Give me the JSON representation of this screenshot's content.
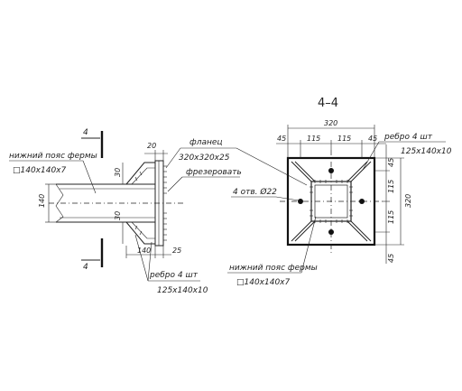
{
  "section_title": "4–4",
  "left_view": {
    "cut_label_top": "4",
    "cut_label_bottom": "4",
    "chord_label": "нижний пояс фермы",
    "chord_profile": "□140х140х7",
    "flange_label": "фланец",
    "flange_size": "320х320х25",
    "mill_label": "фрезеровать",
    "rib_label": "ребро 4 шт",
    "rib_size": "125х140х10",
    "dims": {
      "d20": "20",
      "d30_top": "30",
      "d30_bottom": "30",
      "d140_vert": "140",
      "d140_horiz": "140",
      "d25": "25"
    }
  },
  "right_view": {
    "width_total": "320",
    "seg_45_left": "45",
    "seg_115_a": "115",
    "seg_115_b": "115",
    "seg_45_right": "45",
    "height_total": "320",
    "v_45_top": "45",
    "v_115_a": "115",
    "v_115_b": "115",
    "v_45_bottom": "45",
    "holes_label": "4 отв. Ø22",
    "rib_label": "ребро 4 шт",
    "rib_size": "125х140х10",
    "chord_label": "нижний пояс фермы",
    "chord_profile": "□140х140х7"
  }
}
